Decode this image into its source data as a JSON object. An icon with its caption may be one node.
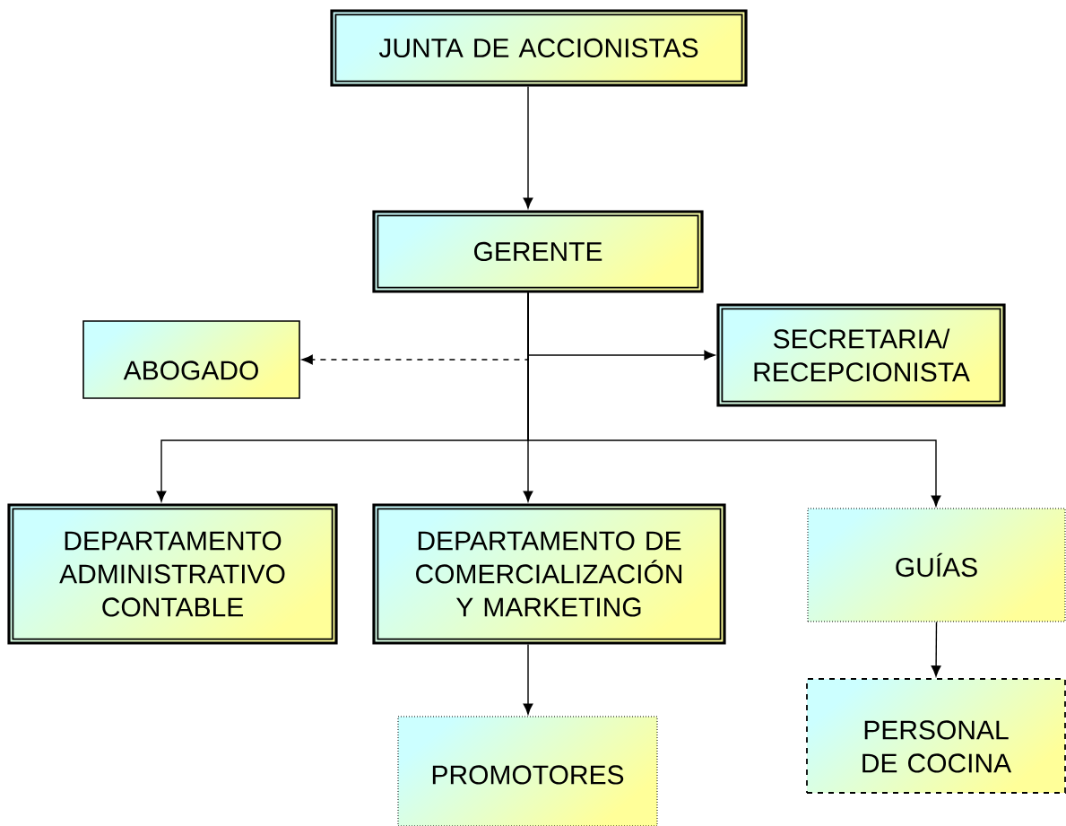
{
  "diagram": {
    "nodes": [
      {
        "text": [
          "JUNTA DE ACCIONISTAS"
        ]
      },
      {
        "text": [
          "GERENTE"
        ]
      },
      {
        "text": [
          "ABOGADO"
        ]
      },
      {
        "text": [
          "SECRETARIA/ RECEPCIONISTA"
        ]
      },
      {
        "text": [
          "DEPARTAMENTO ADMINISTRATIVO CONTABLE"
        ]
      },
      {
        "text": [
          "DEPARTAMENTO DE COMERCIALIZACIÓN Y MARKETING"
        ]
      },
      {
        "text": [
          "GUÍAS"
        ]
      },
      {
        "text": [
          "PROMOTORES"
        ]
      },
      {
        "text": [
          "PERSONAL DE COCINA"
        ]
      }
    ],
    "edges": [
      {
        "from": 0,
        "to": 1,
        "arrow": "to"
      },
      {
        "from": 1,
        "to": 2,
        "arrow": "to",
        "style": "dashed"
      },
      {
        "from": 1,
        "to": 3,
        "arrow": "to"
      },
      {
        "from": 1,
        "to": 4,
        "arrow": "to"
      },
      {
        "from": 1,
        "to": 5,
        "arrow": "to"
      },
      {
        "from": 1,
        "to": 6,
        "arrow": "to"
      },
      {
        "from": 5,
        "to": 7,
        "arrow": "to"
      },
      {
        "from": 6,
        "to": 8,
        "arrow": "to"
      }
    ]
  }
}
